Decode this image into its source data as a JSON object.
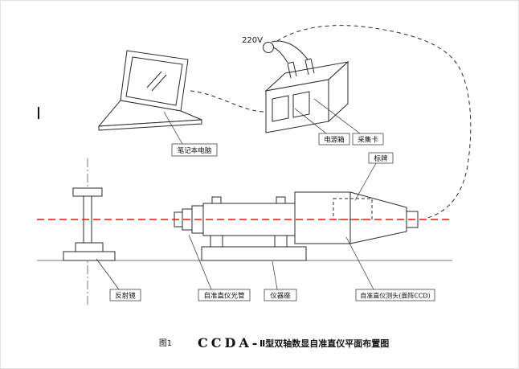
{
  "figure": {
    "number": "图1",
    "title_latin": "CCDA-",
    "title_cjk": "Ⅱ型双轴数显自准直仪平面布置图"
  },
  "annotations": {
    "voltage": "220V",
    "power_box": "电源箱",
    "capture_card": "采集卡",
    "nameplate": "标牌",
    "laptop": "笔记本电脑",
    "reflector": "反射镜",
    "collimator_tube": "自准直仪光管",
    "instrument_base": "仪器座",
    "measuring_head": "自准直仪测头(面阵CCD)"
  },
  "colors": {
    "line": "#2a2a2a",
    "optical_axis_red": "#ee1411",
    "background": "#ffffff"
  }
}
